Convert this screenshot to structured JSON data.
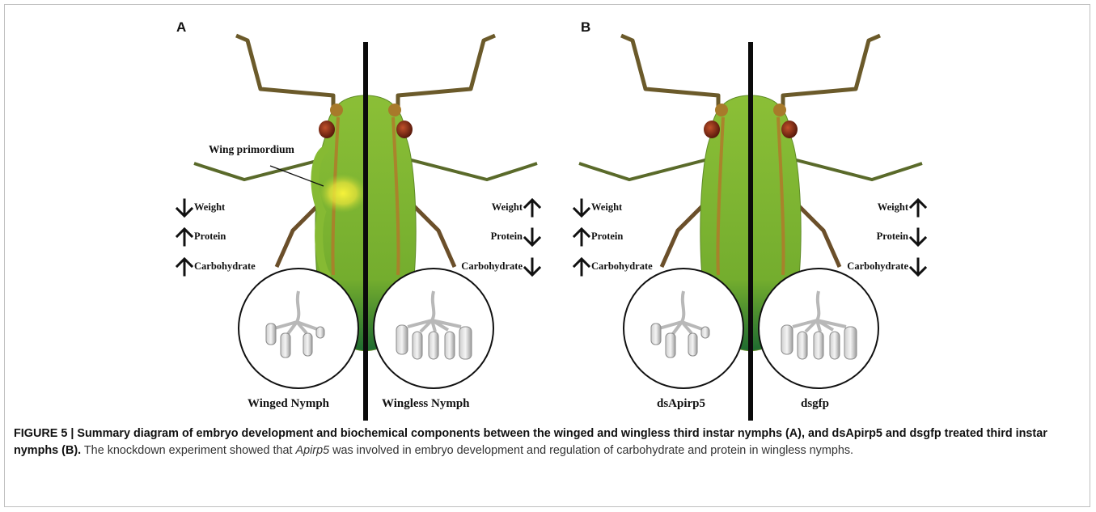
{
  "panels": {
    "a": {
      "letter": "A",
      "left_label": "Winged Nymph",
      "right_label": "Wingless Nymph",
      "annotation": "Wing primordium",
      "left_traits": [
        "Weight",
        "Protein",
        "Carbohydrate"
      ],
      "right_traits": [
        "Weight",
        "Protein",
        "Carbohydrate"
      ]
    },
    "b": {
      "letter": "B",
      "left_label": "dsApirp5",
      "right_label": "dsgfp",
      "left_traits": [
        "Weight",
        "Protein",
        "Carbohydrate"
      ],
      "right_traits": [
        "Weight",
        "Protein",
        "Carbohydrate"
      ]
    }
  },
  "colors": {
    "body_green": "#7fb230",
    "body_dark": "#1f6b30",
    "leg_brown": "#6b4f2a",
    "eye_red": "#8c2a14",
    "wing_yellow": "#f3ee3a"
  },
  "caption": {
    "head": "FIGURE 5 | Summary diagram of embryo development and biochemical components between the winged and wingless third instar nymphs (A), and dsApirp5 and dsgfp treated third instar nymphs (B).",
    "body_pre": " The knockdown experiment showed that ",
    "body_italic": "Apirp5",
    "body_post": " was involved in embryo development and regulation of carbohydrate and protein in wingless nymphs."
  }
}
